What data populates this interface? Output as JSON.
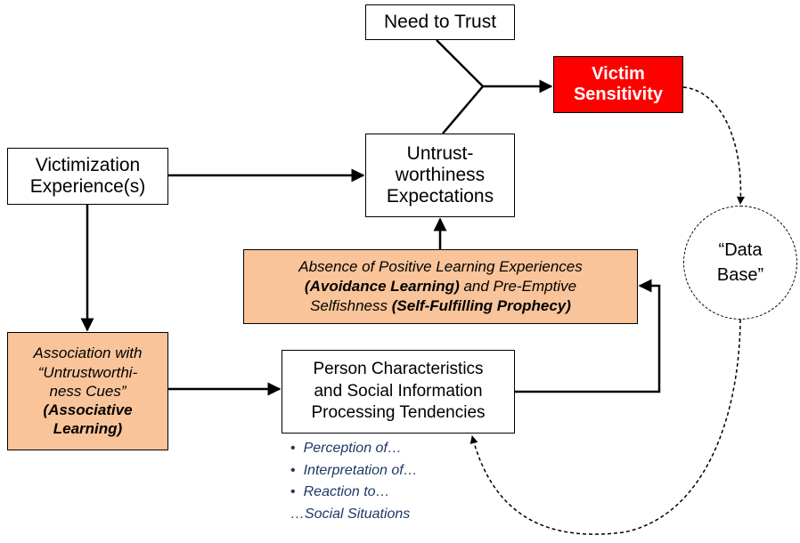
{
  "colors": {
    "victim_box": "#ff0000",
    "learning_box": "#f9c49a",
    "bullet_text": "#1f3864"
  },
  "nodes": {
    "need_to_trust": "Need to Trust",
    "victim_sensitivity": [
      "Victim",
      "Sensitivity"
    ],
    "victimization": [
      "Victimization",
      "Experience(s)"
    ],
    "untrust": [
      "Untrust-",
      "worthiness",
      "Expectations"
    ],
    "absence": {
      "line1": "Absence of Positive Learning Experiences",
      "avoidance": "(Avoidance Learning)",
      "line2_rest": " and Pre-Emptive",
      "line3_start": "Selfishness ",
      "self_fulfilling": "(Self-Fulfilling Prophecy)"
    },
    "association": {
      "line1": "Association with",
      "line2": "“Untrustworthi-",
      "line3": "ness Cues”",
      "bold1": "(Associative",
      "bold2": "Learning)"
    },
    "person": [
      "Person Characteristics",
      "and Social Information",
      "Processing Tendencies"
    ],
    "database": [
      "“Data",
      "Base”"
    ]
  },
  "bullets": {
    "items": [
      "Perception of…",
      "Interpretation  of…",
      "Reaction to…"
    ],
    "tail": "…Social Situations"
  }
}
